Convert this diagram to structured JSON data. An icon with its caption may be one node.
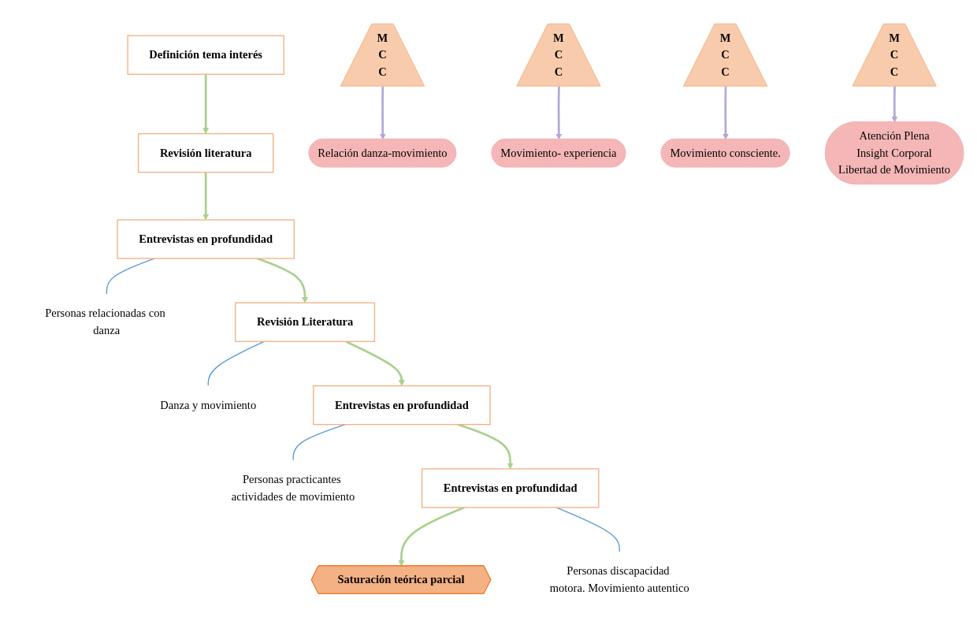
{
  "diagram": {
    "nodes": [
      {
        "text": [
          "Definición tema interés"
        ]
      },
      {
        "text": [
          "Revisión literatura"
        ]
      },
      {
        "text": [
          "Entrevistas en profundidad"
        ]
      },
      {
        "text": [
          "Personas relacionadas con danza"
        ]
      },
      {
        "text": [
          "M C C"
        ]
      },
      {
        "text": [
          "Relación danza-movimiento"
        ]
      },
      {
        "text": [
          "Revisión Literatura"
        ]
      },
      {
        "text": [
          "Danza y movimiento"
        ]
      },
      {
        "text": [
          "M C C"
        ]
      },
      {
        "text": [
          "Movimiento- experiencia"
        ]
      },
      {
        "text": [
          "Entrevistas en profundidad"
        ]
      },
      {
        "text": [
          "Personas practicantes actividades de movimiento"
        ]
      },
      {
        "text": [
          "M C C"
        ]
      },
      {
        "text": [
          "Movimiento consciente."
        ]
      },
      {
        "text": [
          "Entrevistas en profundidad"
        ]
      },
      {
        "text": [
          "Personas discapacidad motora. Movimiento autentico"
        ]
      },
      {
        "text": [
          "M C C"
        ]
      },
      {
        "text": [
          "Atención Plena",
          "Insight Corporal",
          "Libertad de Movimiento"
        ]
      },
      {
        "text": [
          "Saturación teórica parcial"
        ]
      }
    ],
    "edges": [
      {
        "from": 0,
        "to": 1,
        "arrow": "to"
      },
      {
        "from": 1,
        "to": 2,
        "arrow": "to"
      },
      {
        "from": 2,
        "to": 6,
        "arrow": "to"
      },
      {
        "from": 6,
        "to": 10,
        "arrow": "to"
      },
      {
        "from": 10,
        "to": 14,
        "arrow": "to"
      },
      {
        "from": 14,
        "to": 18,
        "arrow": "to"
      },
      {
        "from": 2,
        "to": 3,
        "arrow": "none",
        "color": "#5b9bd5"
      },
      {
        "from": 6,
        "to": 7,
        "arrow": "none",
        "color": "#5b9bd5"
      },
      {
        "from": 10,
        "to": 11,
        "arrow": "none",
        "color": "#5b9bd5"
      },
      {
        "from": 14,
        "to": 15,
        "arrow": "none",
        "color": "#5b9bd5"
      },
      {
        "from": 4,
        "to": 5,
        "arrow": "to",
        "color": "#b4a7d6"
      },
      {
        "from": 8,
        "to": 9,
        "arrow": "to",
        "color": "#b4a7d6"
      },
      {
        "from": 12,
        "to": 13,
        "arrow": "to",
        "color": "#b4a7d6"
      },
      {
        "from": 16,
        "to": 17,
        "arrow": "to",
        "color": "#b4a7d6"
      }
    ]
  }
}
